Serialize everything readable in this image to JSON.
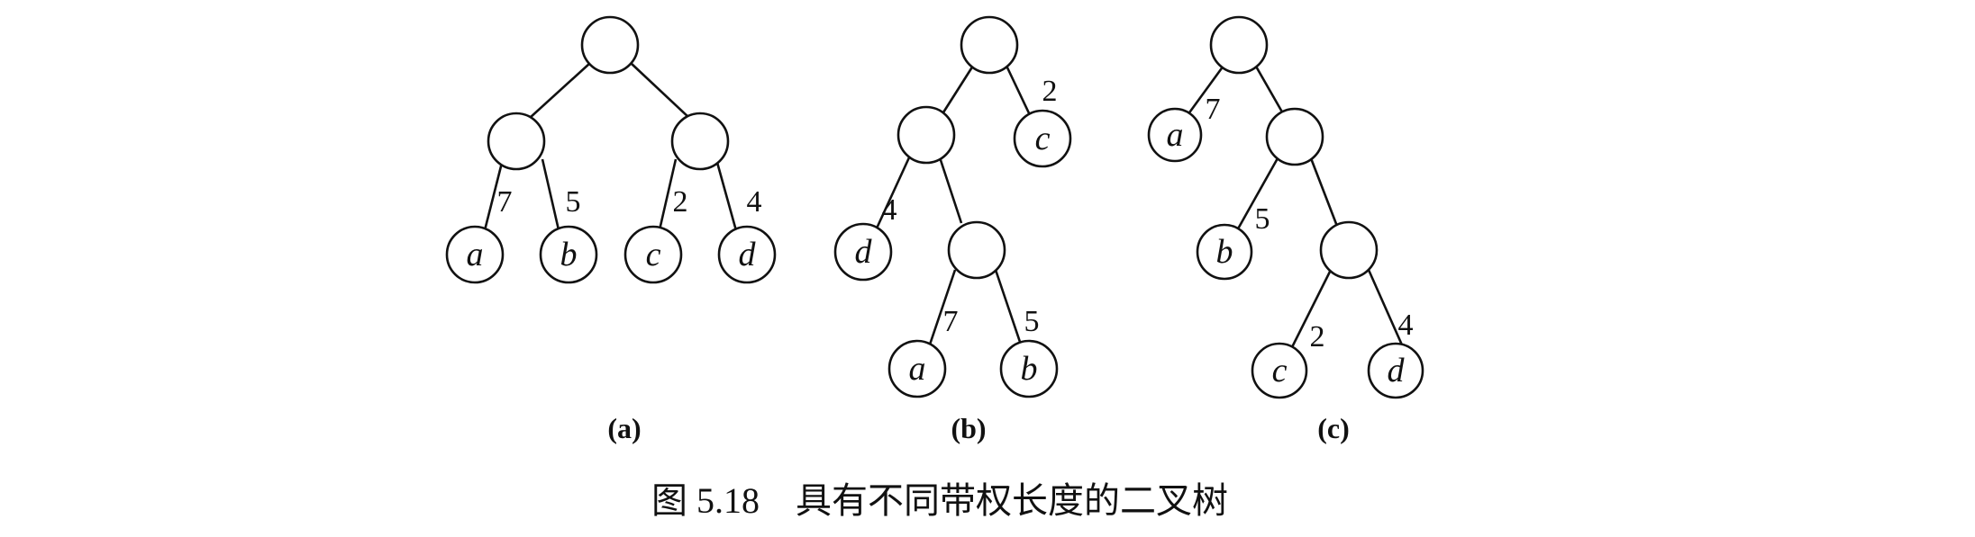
{
  "figure": {
    "caption": "图 5.18　具有不同带权长度的二叉树",
    "stroke_color": "#111111",
    "background": "#ffffff"
  },
  "trees": [
    {
      "id": "a",
      "label": "(a)",
      "leaves": [
        {
          "name": "a",
          "weight": "7"
        },
        {
          "name": "b",
          "weight": "5"
        },
        {
          "name": "c",
          "weight": "2"
        },
        {
          "name": "d",
          "weight": "4"
        }
      ]
    },
    {
      "id": "b",
      "label": "(b)",
      "leaves": [
        {
          "name": "c",
          "weight": "2"
        },
        {
          "name": "d",
          "weight": "4"
        },
        {
          "name": "a",
          "weight": "7"
        },
        {
          "name": "b",
          "weight": "5"
        }
      ]
    },
    {
      "id": "c",
      "label": "(c)",
      "leaves": [
        {
          "name": "a",
          "weight": "7"
        },
        {
          "name": "b",
          "weight": "5"
        },
        {
          "name": "c",
          "weight": "2"
        },
        {
          "name": "d",
          "weight": "4"
        }
      ]
    }
  ]
}
